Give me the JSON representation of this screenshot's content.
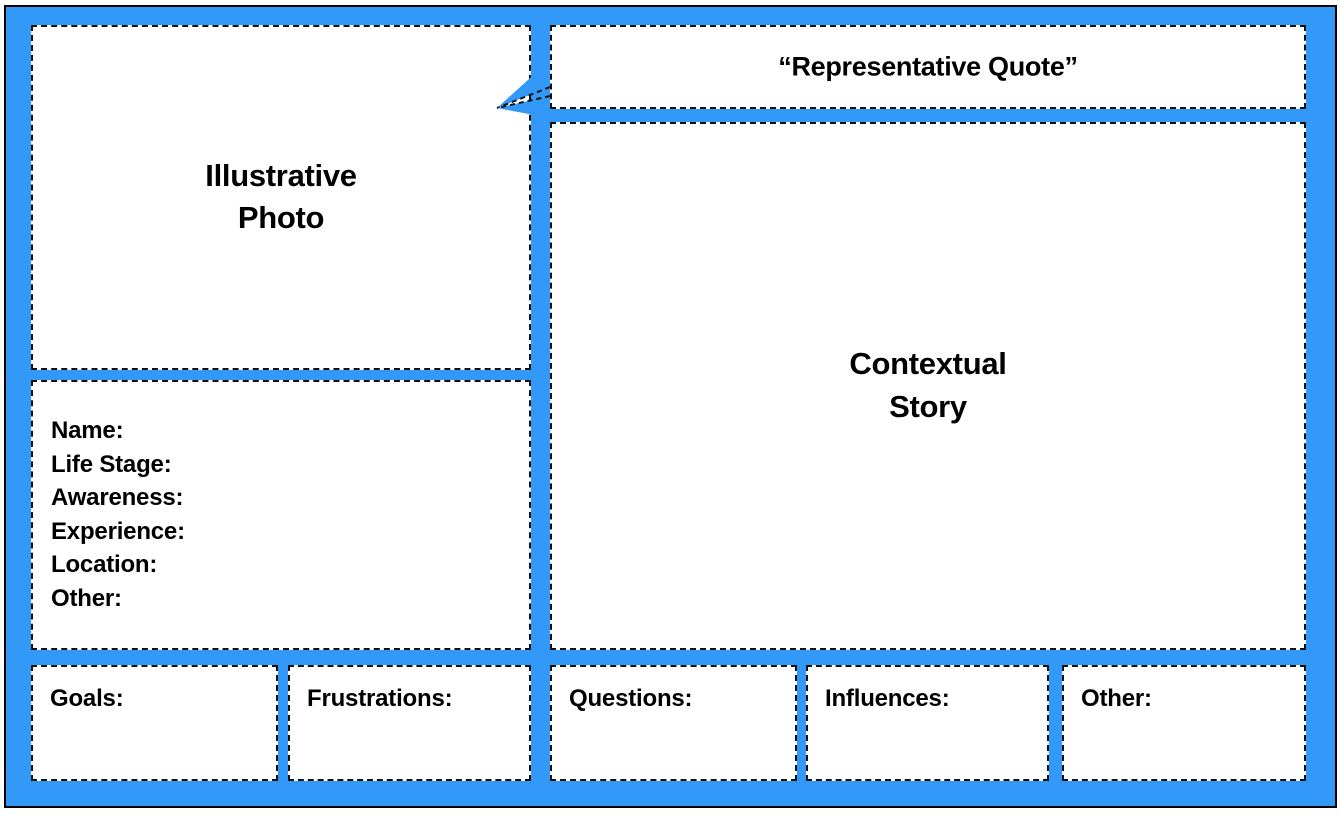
{
  "board": {
    "background_color": "#3399f8",
    "outline_color": "#000000",
    "card_background_color": "#ffffff",
    "card_border_color": "#111111"
  },
  "photo": {
    "title": "Illustrative\nPhoto",
    "line1": "Illustrative",
    "line2": "Photo"
  },
  "quote": {
    "text": "“Representative Quote”",
    "tail_icon": "speech-bubble-tail-icon"
  },
  "story": {
    "line1": "Contextual",
    "line2": "Story"
  },
  "demographics": {
    "fields": [
      {
        "label": "Name:",
        "value": ""
      },
      {
        "label": "Life Stage:",
        "value": ""
      },
      {
        "label": "Awareness:",
        "value": ""
      },
      {
        "label": "Experience:",
        "value": ""
      },
      {
        "label": "Location:",
        "value": ""
      },
      {
        "label": "Other:",
        "value": ""
      }
    ]
  },
  "bottom_row": {
    "cards": [
      {
        "label": "Goals:",
        "value": ""
      },
      {
        "label": "Frustrations:",
        "value": ""
      },
      {
        "label": "Questions:",
        "value": ""
      },
      {
        "label": "Influences:",
        "value": ""
      },
      {
        "label": "Other:",
        "value": ""
      }
    ]
  }
}
